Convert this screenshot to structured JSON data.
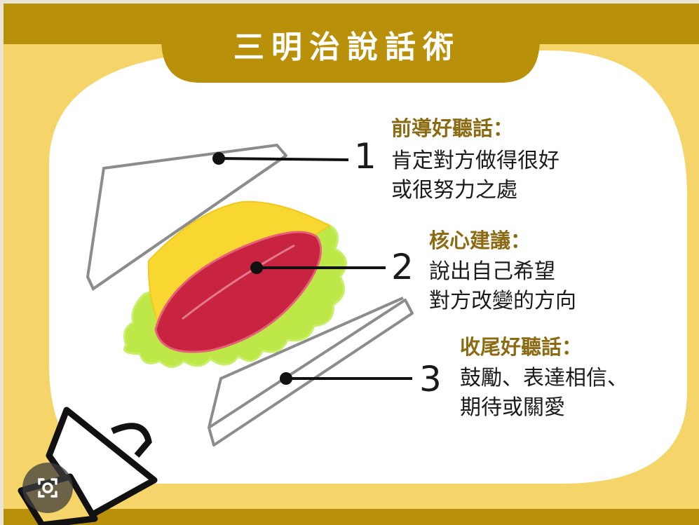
{
  "title": "三明治說話術",
  "colors": {
    "background": "#f5d46a",
    "banner": "#b8900a",
    "card": "#ffffff",
    "heading": "#8a6a12",
    "text": "#1a1a1a",
    "cheese": "#f8d830",
    "ham": "#c8243f",
    "lettuce": "#b8e84a"
  },
  "steps": [
    {
      "number": "1",
      "heading": "前導好聽話：",
      "lines": [
        "肯定對方做得很好",
        "或很努力之處"
      ]
    },
    {
      "number": "2",
      "heading": "核心建議：",
      "lines": [
        "說出自己希望",
        "對方改變的方向"
      ]
    },
    {
      "number": "3",
      "heading": "收尾好聽話：",
      "lines": [
        "鼓勵、表達相信、",
        "期待或關愛"
      ]
    }
  ],
  "icons": {
    "megaphone": "megaphone-icon",
    "lens": "lens-search-icon"
  }
}
